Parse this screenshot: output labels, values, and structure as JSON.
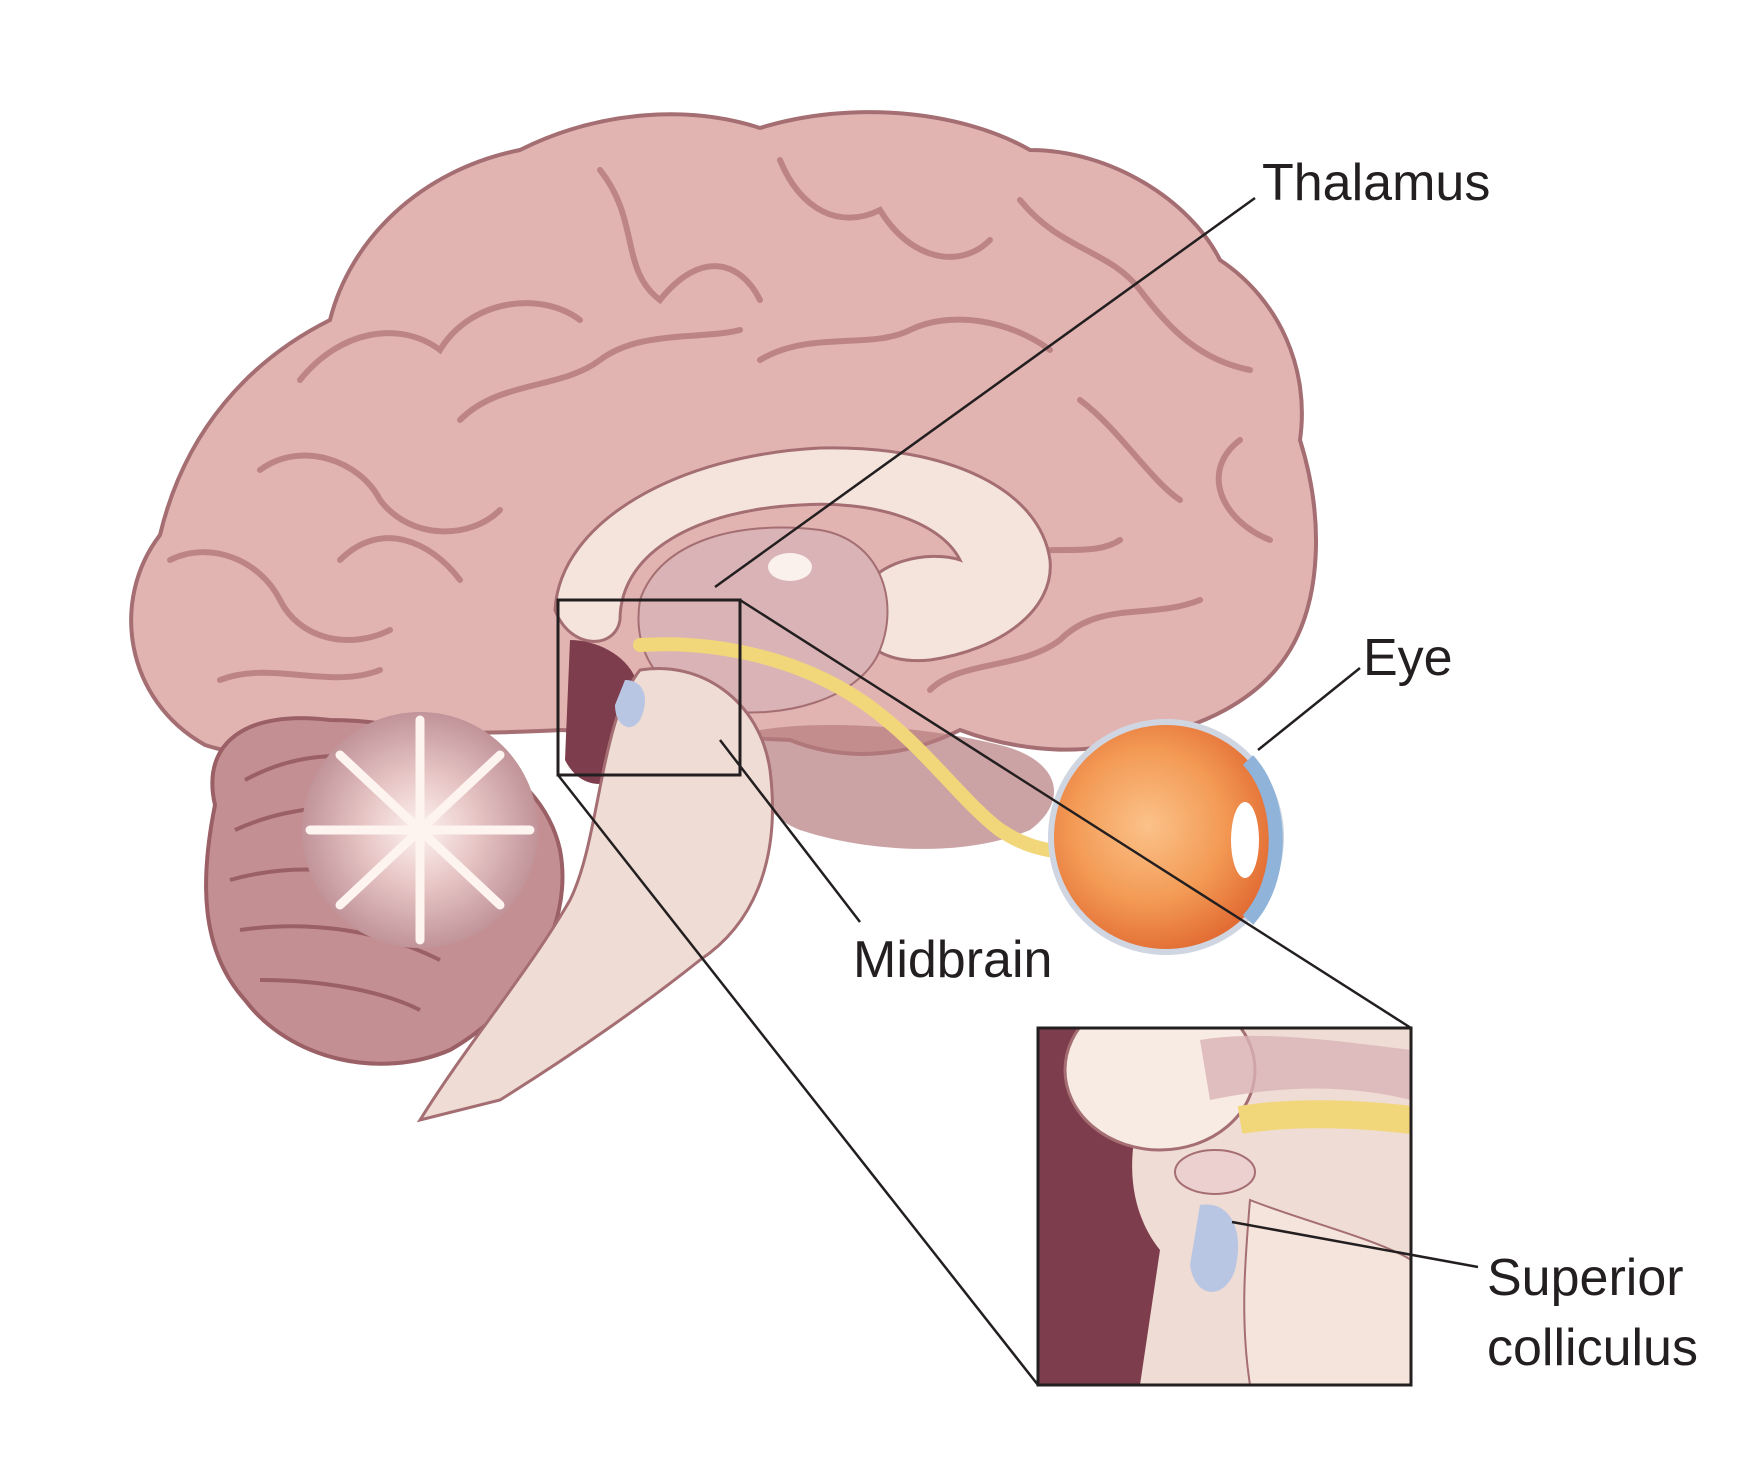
{
  "labels": {
    "thalamus": "Thalamus",
    "eye": "Eye",
    "midbrain": "Midbrain",
    "superior_line1": "Superior",
    "superior_line2": "colliculus"
  },
  "colors": {
    "cortex": "#e2b4b1",
    "cortex_dark": "#b77c7f",
    "white_matter": "#f5e4dc",
    "brainstem": "#efdcd4",
    "dark_interior": "#7e3d4c",
    "optic_nerve": "#f1d77a",
    "eyeball": "#f07a3c",
    "colliculus": "#b9c6e3",
    "line": "#231f20"
  }
}
